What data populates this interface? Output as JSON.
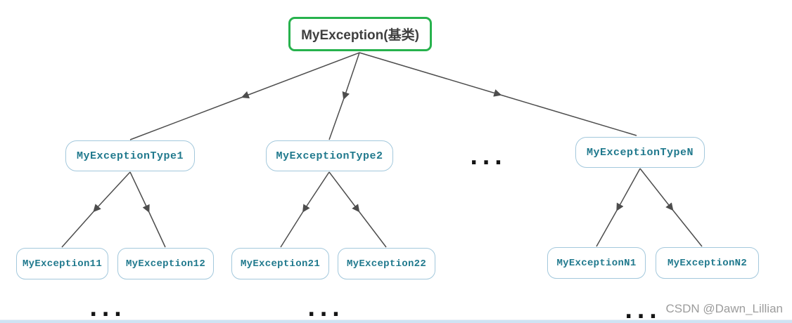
{
  "diagram": {
    "root": {
      "label": "MyException(基类)"
    },
    "level2": [
      {
        "label": "MyExceptionType1"
      },
      {
        "label": "MyExceptionType2"
      },
      {
        "label": "MyExceptionTypeN"
      }
    ],
    "level3": [
      {
        "label": "MyException11"
      },
      {
        "label": "MyException12"
      },
      {
        "label": "MyException21"
      },
      {
        "label": "MyException22"
      },
      {
        "label": "MyExceptionN1"
      },
      {
        "label": "MyExceptionN2"
      }
    ],
    "ellipsis": "...",
    "colors": {
      "root_border": "#27b24d",
      "node_border": "#a3c8dc",
      "node_text": "#20798d",
      "root_text": "#3f3f3f",
      "edge": "#4d4d4d"
    }
  },
  "watermark": {
    "text": "CSDN @Dawn_Lillian"
  }
}
